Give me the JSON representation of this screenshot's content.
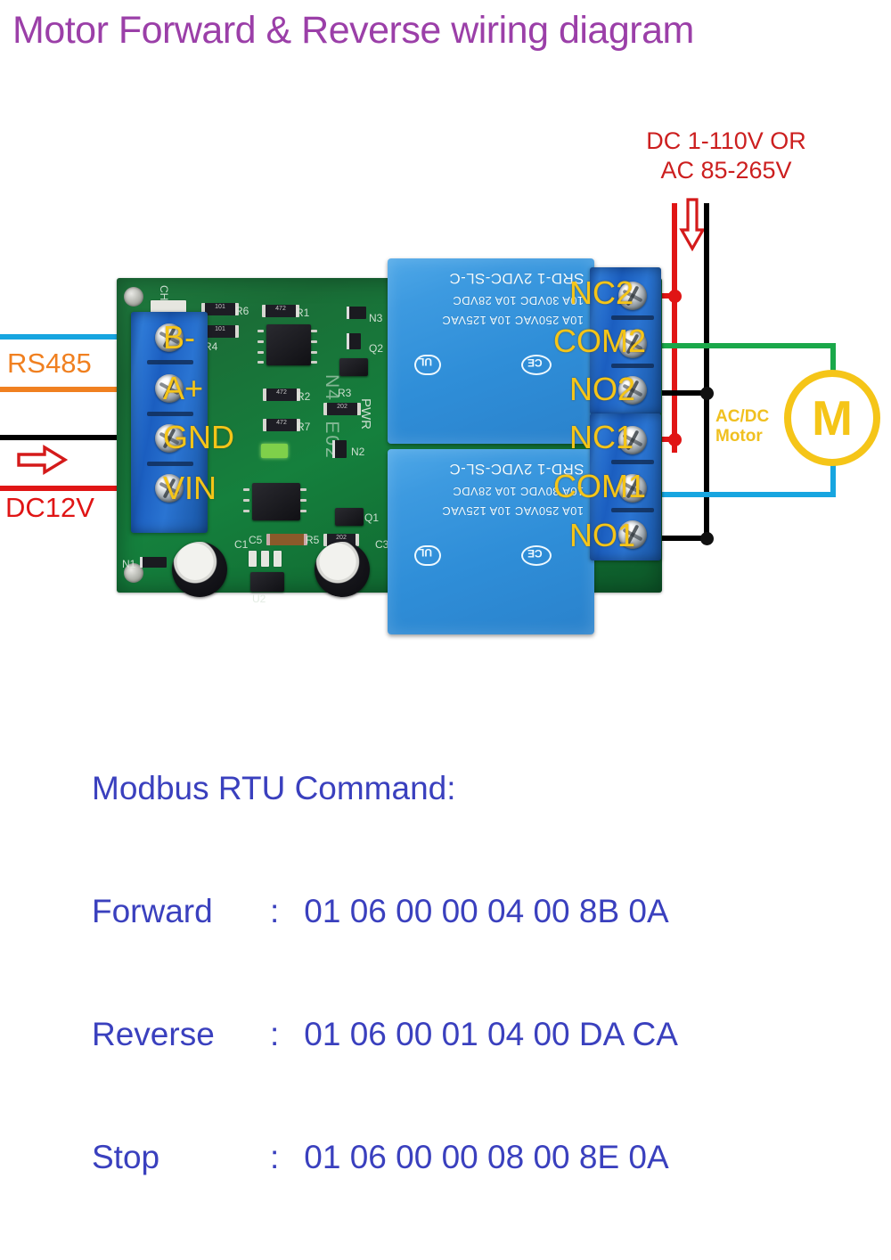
{
  "title": "Motor Forward & Reverse wiring diagram",
  "power_note": {
    "line1": "DC 1-110V OR",
    "line2": "AC 85-265V"
  },
  "input_labels": {
    "rs485": "RS485",
    "dc12v": "DC12V"
  },
  "motor": {
    "symbol": "M",
    "label_line1": "AC/DC",
    "label_line2": "Motor"
  },
  "left_terminals": [
    {
      "name": "B-",
      "wire_color": "#17A5E0"
    },
    {
      "name": "A+",
      "wire_color": "#F08020"
    },
    {
      "name": "GND",
      "wire_color": "#000000"
    },
    {
      "name": "VIN",
      "wire_color": "#E01515"
    }
  ],
  "right_terminals": [
    {
      "name": "NC2",
      "wire_color": "#E01515"
    },
    {
      "name": "COM2",
      "wire_color": "#1AA84A"
    },
    {
      "name": "NO2",
      "wire_color": "#000000"
    },
    {
      "name": "NC1",
      "wire_color": "#E01515"
    },
    {
      "name": "COM1",
      "wire_color": "#17A5E0"
    },
    {
      "name": "NO1",
      "wire_color": "#000000"
    }
  ],
  "modbus": {
    "heading": "Modbus RTU Command:",
    "rows": [
      {
        "label": "Forward",
        "colon": ":",
        "value": "01 06 00 00 04 00 8B 0A"
      },
      {
        "label": "Reverse",
        "colon": ":",
        "value": "01 06 00 01 04 00 DA CA"
      },
      {
        "label": "Stop",
        "colon": ":",
        "value": "01 06 00 00 08 00 8E 0A"
      }
    ]
  },
  "relays": [
    {
      "model": "SRD-1 2VDC-SL-C",
      "rating_ac": "10A 250VAC   10A 125VAC",
      "rating_dc": "10A 30VDC   10A 28VDC",
      "ul": "UL",
      "ce": "CE"
    },
    {
      "model": "SRD-1 2VDC-SL-C",
      "rating_ac": "10A 250VAC   10A 125VAC",
      "rating_dc": "10A 30VDC   10A 28VDC",
      "ul": "UL",
      "ce": "CE"
    }
  ],
  "pcb_silkscreen": {
    "board_code": "N42 E02",
    "refs": [
      "CH2",
      "R6",
      "R1",
      "R4",
      "R2",
      "R7",
      "R3",
      "N3",
      "N2",
      "Q2",
      "Q1",
      "PWR",
      "C5",
      "R5",
      "N1",
      "C1",
      "U2",
      "C3"
    ]
  },
  "colors": {
    "title": "#9B3FA8",
    "modbus_text": "#3A40BE",
    "power_red": "#CC1F1F",
    "terminal_label": "#F5C518",
    "pcb_green": "#15803d",
    "relay_blue": "#2f8ed8",
    "wire_red": "#E01515",
    "wire_black": "#000000",
    "wire_green": "#1AA84A",
    "wire_cyan": "#17A5E0",
    "wire_orange": "#F08020",
    "motor_yellow": "#F5C518"
  }
}
